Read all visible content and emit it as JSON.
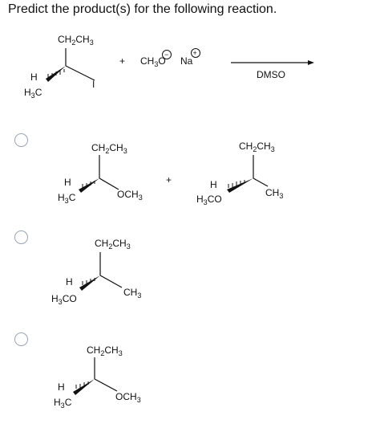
{
  "question": "Predict the product(s) for the following reaction.",
  "reaction": {
    "reactant": {
      "top": "CH2CH3",
      "left_h": "H",
      "left_me": "H3C",
      "leaving": "I"
    },
    "plus": "+",
    "reagent": "CH3O",
    "minus_charge": "−",
    "cation": "Na",
    "plus_charge": "+",
    "solvent": "DMSO"
  },
  "options": [
    {
      "mol1": {
        "top": "CH2CH3",
        "h": "H",
        "left": "H3C",
        "right": "OCH3"
      },
      "plus": "+",
      "mol2": {
        "top": "CH2CH3",
        "h": "H",
        "left": "H3CO",
        "right": "CH3"
      }
    },
    {
      "mol1": {
        "top": "CH2CH3",
        "h": "H",
        "left": "H3CO",
        "right": "CH3"
      }
    },
    {
      "mol1": {
        "top": "CH2CH3",
        "h": "H",
        "left": "H3C",
        "right": "OCH3"
      }
    }
  ]
}
